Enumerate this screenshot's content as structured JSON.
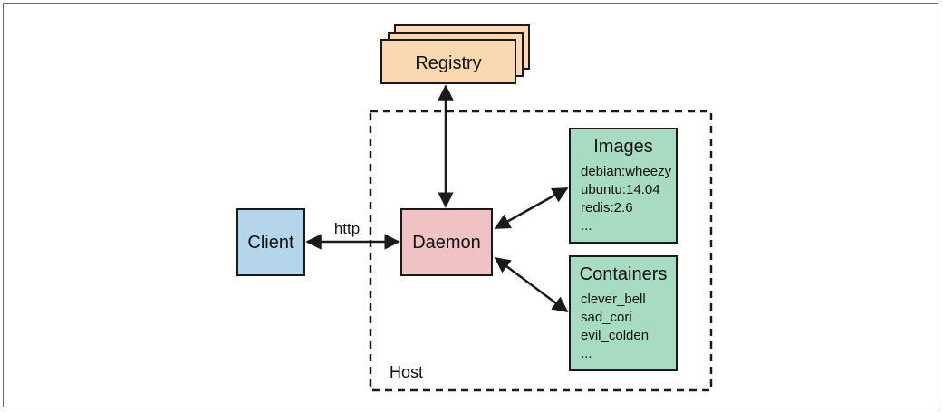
{
  "diagram": {
    "registry": {
      "label": "Registry"
    },
    "client": {
      "label": "Client"
    },
    "daemon": {
      "label": "Daemon"
    },
    "edge_client_daemon": {
      "label": "http"
    },
    "host": {
      "label": "Host"
    },
    "images": {
      "title": "Images",
      "items": [
        "debian:wheezy",
        "ubuntu:14.04",
        "redis:2.6",
        "..."
      ]
    },
    "containers": {
      "title": "Containers",
      "items": [
        "clever_bell",
        "sad_cori",
        "evil_colden",
        "..."
      ]
    },
    "colors": {
      "registry_fill": "#fbd9b0",
      "client_fill": "#b5d5ea",
      "daemon_fill": "#f1c2c4",
      "store_fill": "#a8dcc2",
      "stroke": "#1a1a1a"
    }
  }
}
